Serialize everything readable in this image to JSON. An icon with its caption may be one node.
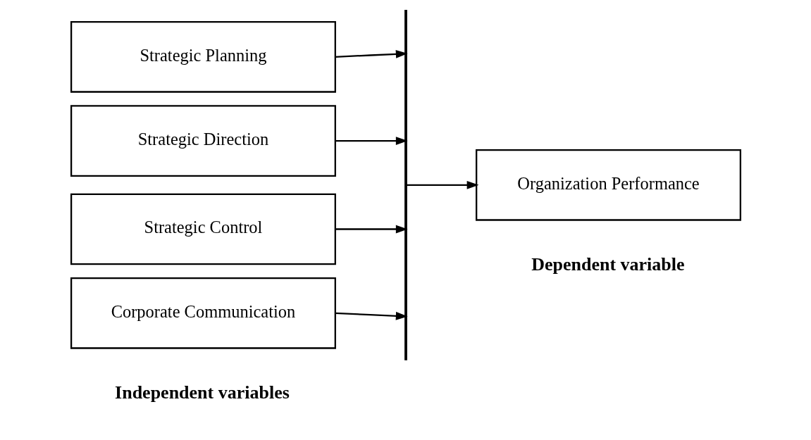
{
  "diagram": {
    "nodes": [
      {
        "text": [
          "Strategic Planning"
        ]
      },
      {
        "text": [
          "Strategic Direction"
        ]
      },
      {
        "text": [
          "Strategic Control"
        ]
      },
      {
        "text": [
          "Corporate Communication"
        ]
      },
      {
        "text": [],
        "shape": "bar"
      },
      {
        "text": [
          "Organization Performance"
        ]
      }
    ],
    "edges": [
      {
        "from": 0,
        "to": 4,
        "arrow": "to"
      },
      {
        "from": 1,
        "to": 4,
        "arrow": "to"
      },
      {
        "from": 2,
        "to": 4,
        "arrow": "to"
      },
      {
        "from": 3,
        "to": 4,
        "arrow": "to"
      },
      {
        "from": 4,
        "to": 5,
        "arrow": "to"
      }
    ],
    "labels": [
      "Independent variables",
      "Dependent variable"
    ]
  }
}
